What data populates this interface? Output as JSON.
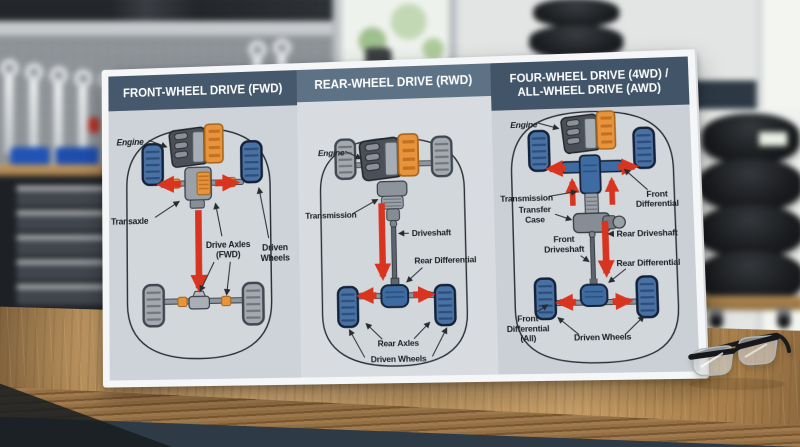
{
  "poster": {
    "panels": [
      {
        "id": "fwd",
        "title_lines": [
          "FRONT-WHEEL DRIVE (FWD)"
        ],
        "labels": {
          "engine": "Engine",
          "transaxle": "Transaxle",
          "driven_wheels": [
            "Driven",
            "Wheels"
          ],
          "drive_axles": [
            "Drive Axles",
            "(FWD)"
          ]
        }
      },
      {
        "id": "rwd",
        "title_lines": [
          "REAR-WHEEL DRIVE (RWD)"
        ],
        "labels": {
          "engine": "Engine",
          "transmission": "Transmission",
          "driveshaft": "Driveshaft",
          "rear_differential": "Rear Differential",
          "rear_axles": "Rear Axles",
          "driven_wheels": "Driven Wheels"
        }
      },
      {
        "id": "awd",
        "title_lines": [
          "FOUR-WHEEL DRIVE (4WD) /",
          "ALL-WHEEL DRIVE (AWD)"
        ],
        "labels": {
          "engine": "Engine",
          "transmission": "Transmission",
          "transfer_case": [
            "Transfer",
            "Case"
          ],
          "front_driveshaft": [
            "Front",
            "Driveshaft"
          ],
          "front_differential": [
            "Front",
            "Differential"
          ],
          "rear_driveshaft": "Rear Driveshaft",
          "rear_differential": "Rear Differential",
          "front_differential_all": [
            "Front",
            "Differential",
            "(All)"
          ],
          "driven_wheels": "Driven Wheels"
        }
      }
    ],
    "colors": {
      "header_dark": "#46586b",
      "header_mid": "#5d7385",
      "header_awd": "#415468",
      "panel_bg": "#ced3d9",
      "panel_bg_mid": "#d8dce0",
      "panel_bg_awd": "#cbd0d7",
      "poster_white": "#f5f6f7",
      "power_arrow_red": "#d8341f",
      "driven_wheel_blue": "#4a71a3",
      "idle_wheel_gray": "#a3a9af",
      "engine_orange": "#e8943c"
    }
  }
}
